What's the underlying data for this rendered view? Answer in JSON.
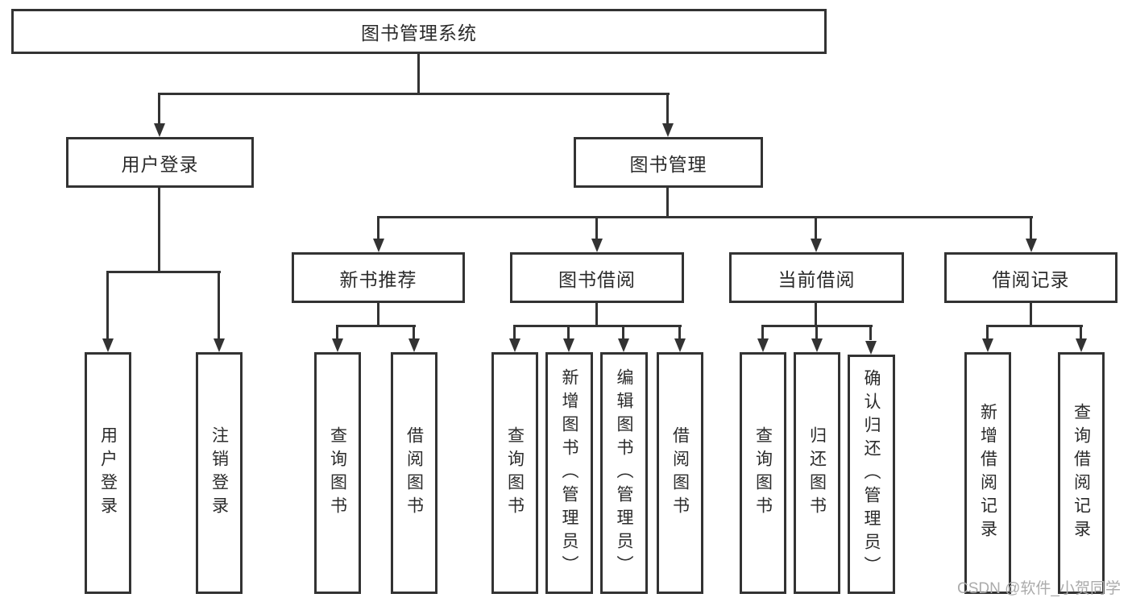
{
  "diagram": {
    "root": {
      "label": "图书管理系统"
    },
    "level2": {
      "user_login": "用户登录",
      "book_management": "图书管理"
    },
    "level3": {
      "new_book_recommend": "新书推荐",
      "book_borrow": "图书借阅",
      "current_borrow": "当前借阅",
      "borrow_records": "借阅记录"
    },
    "leaves": {
      "user": [
        "用户登录",
        "注销登录"
      ],
      "new_book": [
        "查询图书",
        "借阅图书"
      ],
      "borrow": [
        "查询图书",
        "新增图书（管理员）",
        "编辑图书（管理员）",
        "借阅图书"
      ],
      "current": [
        "查询图书",
        "归还图书",
        "确认归还（管理员）"
      ],
      "records": [
        "新增借阅记录",
        "查询借阅记录"
      ]
    }
  },
  "watermark": {
    "text": "CSDN @软件_小贺同学",
    "color": "#ababab"
  },
  "colors": {
    "line": "#333333",
    "box_border": "#333333",
    "text": "#2b2b2b",
    "background": "#ffffff"
  }
}
